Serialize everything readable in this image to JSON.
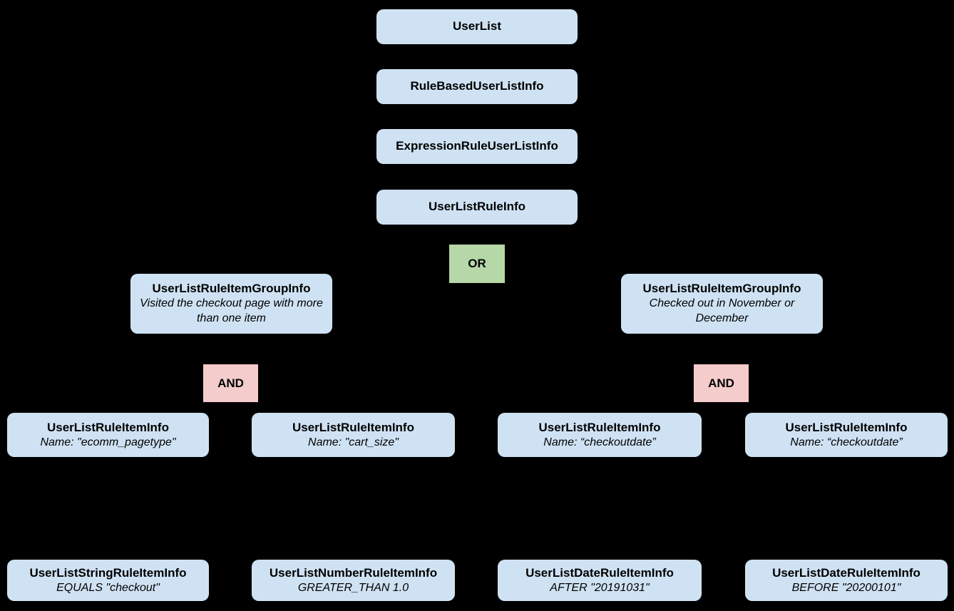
{
  "diagram": {
    "background_color": "#000000",
    "node_fill_color": "#cfe2f3",
    "or_fill_color": "#b6d7a8",
    "and_fill_color": "#f4cccc",
    "text_color": "#000000",
    "chain": [
      {
        "label": "UserList"
      },
      {
        "label": "RuleBasedUserListInfo"
      },
      {
        "label": "ExpressionRuleUserListInfo"
      },
      {
        "label": "UserListRuleInfo"
      }
    ],
    "or_operator": {
      "label": "OR"
    },
    "groups": [
      {
        "title": "UserListRuleItemGroupInfo",
        "description": "Visited the checkout page with more than one item"
      },
      {
        "title": "UserListRuleItemGroupInfo",
        "description": "Checked out in November or December"
      }
    ],
    "and_operators": [
      {
        "label": "AND"
      },
      {
        "label": "AND"
      }
    ],
    "rule_items": [
      {
        "title": "UserListRuleItemInfo",
        "subtitle": "Name: \"ecomm_pagetype\""
      },
      {
        "title": "UserListRuleItemInfo",
        "subtitle": "Name: \"cart_size\""
      },
      {
        "title": "UserListRuleItemInfo",
        "subtitle": "Name: “checkoutdate”"
      },
      {
        "title": "UserListRuleItemInfo",
        "subtitle": "Name: “checkoutdate”"
      }
    ],
    "leaf_items": [
      {
        "title": "UserListStringRuleItemInfo",
        "subtitle": "EQUALS \"checkout\""
      },
      {
        "title": "UserListNumberRuleItemInfo",
        "subtitle": "GREATER_THAN 1.0"
      },
      {
        "title": "UserListDateRuleItemInfo",
        "subtitle": "AFTER \"20191031\""
      },
      {
        "title": "UserListDateRuleItemInfo",
        "subtitle": "BEFORE \"20200101\""
      }
    ]
  }
}
